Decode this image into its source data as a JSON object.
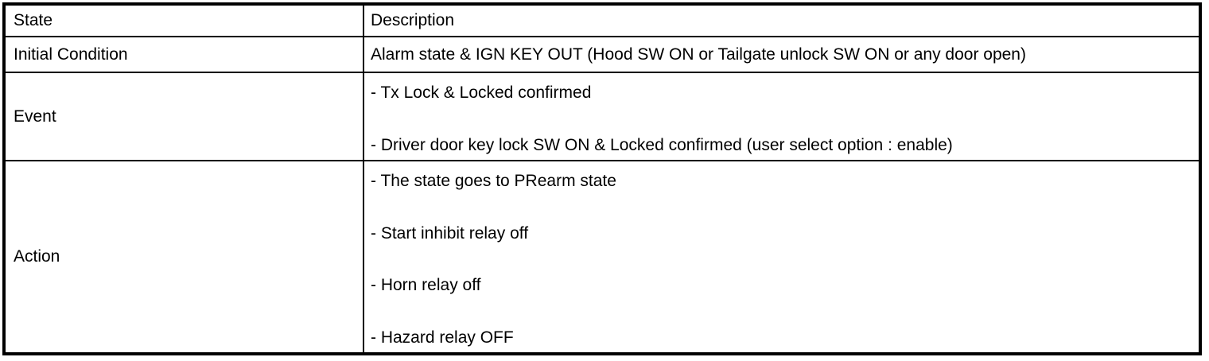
{
  "table": {
    "header": {
      "state": "State",
      "description": "Description"
    },
    "rows": [
      {
        "state": "Initial Condition",
        "description": [
          "Alarm state & IGN KEY OUT (Hood SW ON or Tailgate unlock SW ON or any door open)"
        ]
      },
      {
        "state": "Event",
        "description": [
          "- Tx Lock & Locked confirmed",
          "- Driver door key lock SW ON & Locked confirmed (user select option : enable)"
        ]
      },
      {
        "state": "Action",
        "description": [
          "- The state goes to PRearm state",
          "- Start inhibit relay off",
          "- Horn relay off",
          "- Hazard relay OFF"
        ]
      }
    ]
  }
}
